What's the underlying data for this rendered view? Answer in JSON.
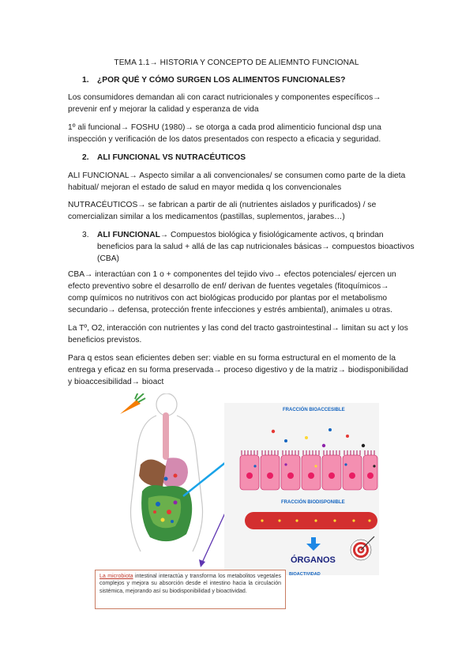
{
  "title": "TEMA 1.1→ HISTORIA Y CONCEPTO DE ALIEMNTO FUNCIONAL",
  "section1": {
    "num": "1.",
    "heading": "¿POR QUÉ Y CÓMO SURGEN LOS ALIMENTOS FUNCIONALES?"
  },
  "p1": [
    "Los consumidores demandan ali con caract nutricionales y componentes específicos→",
    "prevenir enf y mejorar la calidad y esperanza de vida"
  ],
  "p2": [
    "1º ali funcional→ FOSHU (1980)→ se otorga a cada prod alimenticio funcional dsp una",
    "inspección y verificación de los datos presentados con respecto a eficacia y seguridad."
  ],
  "section2": {
    "num": "2.",
    "heading": "ALI FUNCIONAL VS NUTRACÉUTICOS"
  },
  "p3": [
    "ALI FUNCIONAL→ Aspecto similar a ali convencionales/ se consumen como parte de la dieta",
    "habitual/ mejoran el estado de salud en mayor medida q los convencionales"
  ],
  "p4": [
    "NUTRACÉUTICOS→ se fabrican a partir de ali (nutrientes aislados y purificados) / se",
    "comercializan similar a los medicamentos (pastillas, suplementos, jarabes…)"
  ],
  "section3": {
    "num": "3.",
    "bold": "ALI FUNCIONAL",
    "line1_rest": "→ Compuestos biológica y fisiológicamente activos, q brindan",
    "line2": "beneficios para la salud + allá de las cap nutricionales básicas→ compuestos bioactivos",
    "line3": "(CBA)"
  },
  "p5": [
    "CBA→ interactúan con 1 o + componentes del tejido vivo→ efectos potenciales/ ejercen un",
    "efecto preventivo sobre el desarrollo de enf/ derivan de fuentes vegetales (fitoquímicos→",
    "comp químicos no nutritivos con act biológicas producido por plantas por el metabolismo",
    "secundario→ defensa, protección frente infecciones y estrés ambiental), animales u otras."
  ],
  "p6": [
    "La Tº, O2, interacción con nutrientes y las cond del tracto gastrointestinal→ limitan su act y los",
    "beneficios previstos."
  ],
  "p7": [
    "Para q estos sean eficientes deben ser: viable en su forma estructural en el momento de la",
    "entrega y eficaz en su forma preservada→ proceso digestivo y de la matriz→ biodisponibilidad",
    "y bioaccesibilidad→ bioact"
  ],
  "figure": {
    "label_bioaccesible": "FRACCIÓN BIOACCESIBLE",
    "label_biodisponible": "FRACCIÓN BIODISPONIBLE",
    "label_organos": "ÓRGANOS",
    "label_bioactividad": "BIOACTIVIDAD",
    "caption_highlight": "La microbiota",
    "caption_rest": " intestinal interactúa y transforma los metabolitos vegetales complejos y mejora su absorción desde el intestino hacia la circulación sistémica, mejorando así su biodisponibilidad y bioactividad."
  },
  "colors": {
    "blue_line": "#1aa3e8",
    "cells": "#f48fb1",
    "vessel": "#d32f2f",
    "arrow_down": "#1e88e5",
    "purple_arrow": "#5e35b1"
  }
}
